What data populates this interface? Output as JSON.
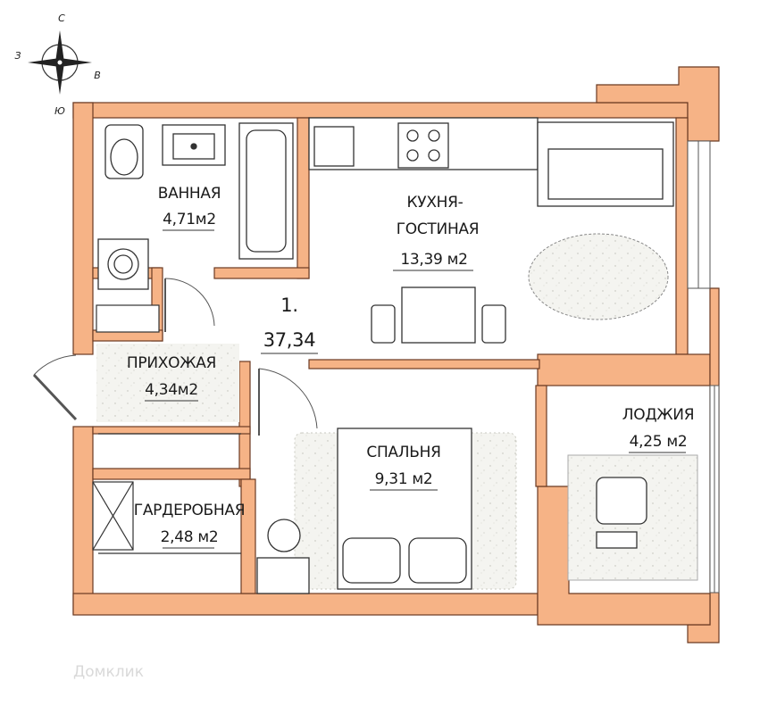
{
  "compass": {
    "north": "С",
    "south": "Ю",
    "west": "З",
    "east": "В"
  },
  "apartment": {
    "number": "1.",
    "total_area": "37,34"
  },
  "rooms": {
    "bathroom": {
      "name": "ВАННАЯ",
      "area": "4,71м2"
    },
    "kitchen": {
      "name_line1": "КУХНЯ-",
      "name_line2": "ГОСТИНАЯ",
      "area": "13,39  м2"
    },
    "hall": {
      "name": "ПРИХОЖАЯ",
      "area": "4,34м2"
    },
    "bedroom": {
      "name": "СПАЛЬНЯ",
      "area": "9,31 м2"
    },
    "wardrobe": {
      "name": "ГАРДЕРОБНАЯ",
      "area": "2,48 м2"
    },
    "loggia": {
      "name": "ЛОДЖИЯ",
      "area": "4,25 м2"
    }
  },
  "watermark": "Домклик",
  "colors": {
    "wall": "#f6b386",
    "wall_stroke": "#6b3a22",
    "floor_tile": "#f2f2ec"
  }
}
